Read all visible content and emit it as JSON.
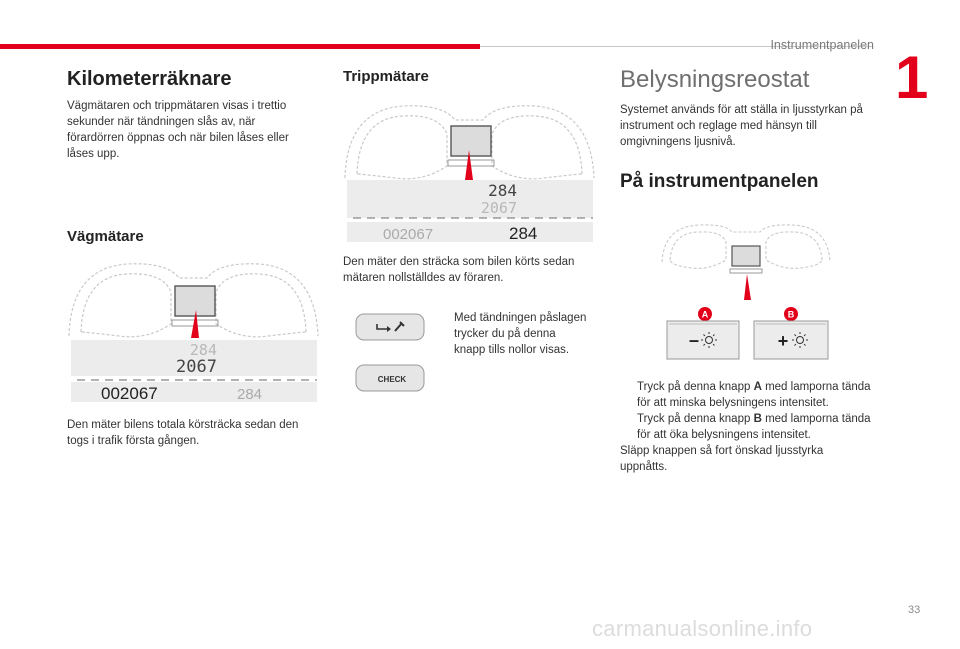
{
  "header": {
    "section_label": "Instrumentpanelen",
    "chapter_number": "1",
    "page_number": "33"
  },
  "kilometer": {
    "title": "Kilometerräknare",
    "intro": "Vägmätaren och trippmätaren visas i trettio sekunder när tändningen slås av, när förardörren öppnas och när bilen låses eller låses upp.",
    "odometer_title": "Vägmätare",
    "odometer_desc": "Den mäter bilens totala körsträcka sedan den togs i trafik första gången."
  },
  "trip": {
    "title": "Trippmätare",
    "desc": "Den mäter den sträcka som bilen körts sedan mätaren nollställdes av föraren.",
    "bullet": "Med tändningen påslagen trycker du på denna knapp tills nollor visas.",
    "button_check_label": "CHECK"
  },
  "display": {
    "odo_top_small": "284",
    "odo_top_large": "2067",
    "odo_bottom_main": "002067",
    "odo_bottom_side": "284",
    "trip_top_large": "284",
    "trip_top_small": "2067",
    "trip_bottom_side": "002067",
    "trip_bottom_main": "284"
  },
  "dimmer": {
    "title": "Belysningsreostat",
    "intro": "Systemet används för att ställa in ljusstyrkan på instrument och reglage med hänsyn till omgivningens ljusnivå.",
    "sub_title": "På instrumentpanelen",
    "label_a": "A",
    "label_b": "B",
    "minus_symbol": "–",
    "plus_symbol": "+",
    "bullet_a_pre": "Tryck på denna knapp ",
    "bullet_a_key": "A",
    "bullet_a_post": " med lamporna tända för att minska belysningens intensitet.",
    "bullet_b_pre": "Tryck på denna knapp ",
    "bullet_b_key": "B",
    "bullet_b_post": " med lamporna tända för att öka belysningens intensitet.",
    "outro": "Släpp knappen så fort önskad ljusstyrka uppnåtts."
  },
  "bullet_mark": "",
  "watermark": "carmanualsonline.info",
  "colors": {
    "accent": "#e2001a",
    "text": "#222222",
    "grey_title": "#6f6f6f"
  }
}
